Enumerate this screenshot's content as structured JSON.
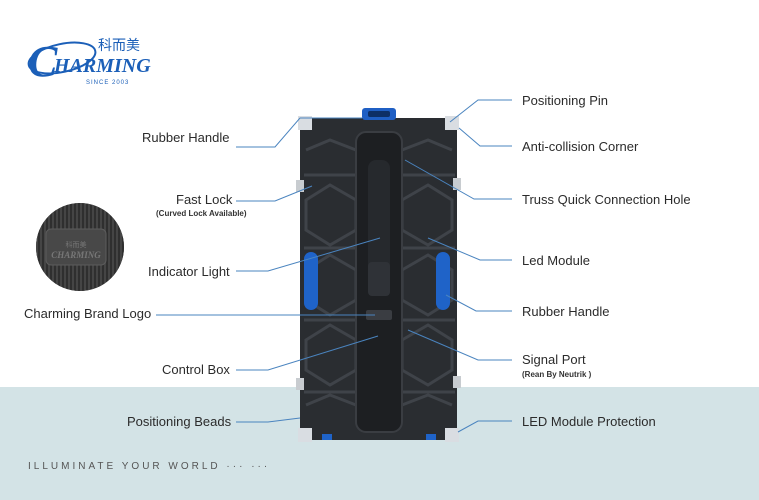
{
  "brand": {
    "chinese": "科而美",
    "name": "HARMING",
    "initial": "C",
    "since": "SINCE 2003",
    "inset_chinese": "科而美",
    "inset_name": "CHARMING"
  },
  "labels": {
    "rubber_handle_top": "Rubber Handle",
    "fast_lock": "Fast Lock",
    "fast_lock_sub": "(Curved Lock Available)",
    "indicator_light": "Indicator Light",
    "brand_logo": "Charming Brand Logo",
    "control_box": "Control Box",
    "positioning_beads": "Positioning Beads",
    "positioning_pin": "Positioning Pin",
    "anti_collision": "Anti-collision Corner",
    "truss_hole": "Truss Quick Connection Hole",
    "led_module": "Led Module",
    "rubber_handle_right": "Rubber Handle",
    "signal_port": "Signal Port",
    "signal_port_sub": "(Rean By Neutrik )",
    "module_protection": "LED Module Protection"
  },
  "tagline": "ILLUMINATE YOUR WORLD ··· ···",
  "colors": {
    "accent_blue": "#1e63c5",
    "line_blue": "#4a84bf",
    "band": "#d3e3e6",
    "cabinet": "#2a2d31"
  }
}
